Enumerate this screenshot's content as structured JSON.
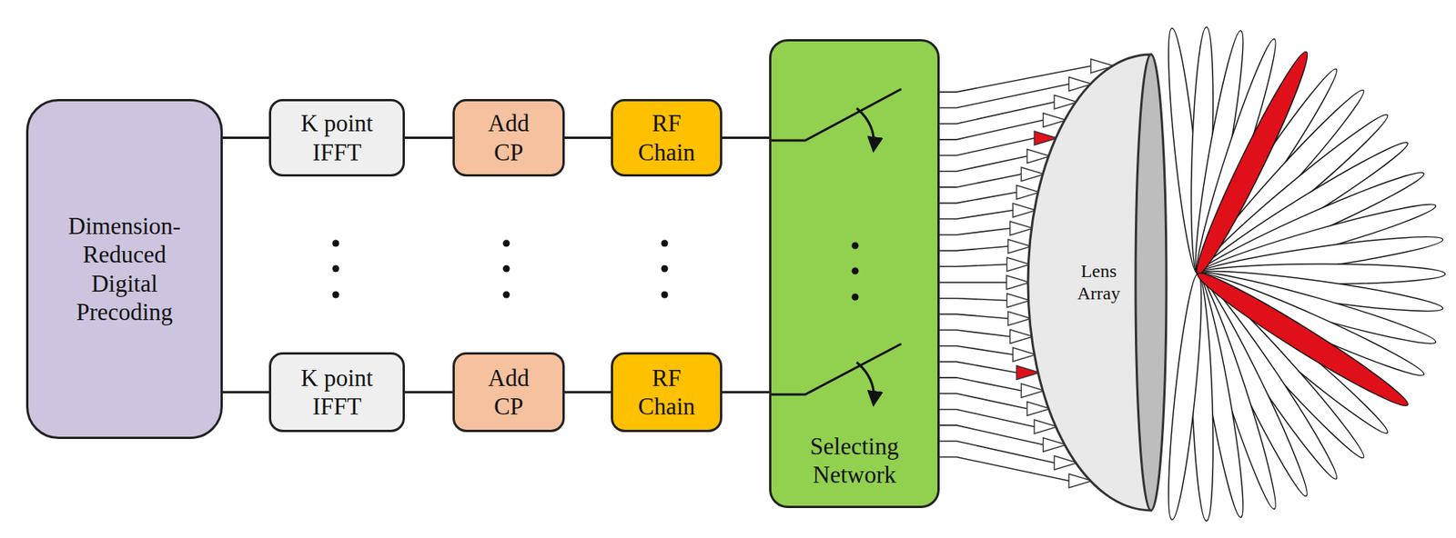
{
  "diagram": {
    "nodes": [
      {
        "text": [
          "Dimension- Reduced Digital Precoding"
        ]
      },
      {
        "text": [
          "K point IFFT"
        ]
      },
      {
        "text": [
          "Add CP"
        ]
      },
      {
        "text": [
          "RF Chain"
        ]
      },
      {
        "text": [
          "K point IFFT"
        ]
      },
      {
        "text": [
          "Add CP"
        ]
      },
      {
        "text": [
          "RF Chain"
        ]
      },
      {
        "text": [
          "Selecting Network"
        ]
      },
      {
        "text": [
          "Lens Array"
        ]
      }
    ],
    "edges": [
      {
        "from": 0,
        "to": 1,
        "arrow": "none"
      },
      {
        "from": 1,
        "to": 2,
        "arrow": "none"
      },
      {
        "from": 2,
        "to": 3,
        "arrow": "none"
      },
      {
        "from": 3,
        "to": 7,
        "arrow": "none"
      },
      {
        "from": 0,
        "to": 4,
        "arrow": "none"
      },
      {
        "from": 4,
        "to": 5,
        "arrow": "none"
      },
      {
        "from": 5,
        "to": 6,
        "arrow": "none"
      },
      {
        "from": 6,
        "to": 7,
        "arrow": "none"
      },
      {
        "from": 7,
        "to": 8,
        "arrow": "none"
      }
    ]
  }
}
